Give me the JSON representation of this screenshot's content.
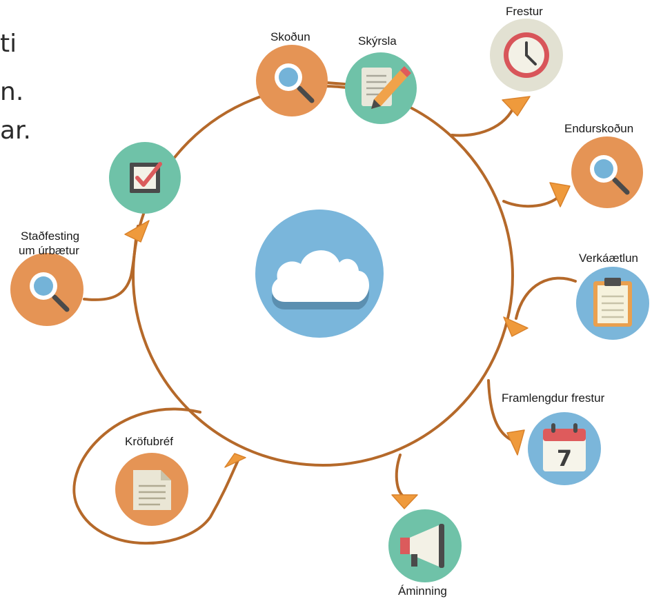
{
  "text_fragments": {
    "line1": "ti",
    "line2": "n.",
    "line3": "ar."
  },
  "nodes": {
    "skodun": "Skoðun",
    "skyrsla": "Skýrsla",
    "frestur": "Frestur",
    "endurskodun": "Endurskoðun",
    "verkaaetlun": "Verkáætlun",
    "framlengdur_frestur": "Framlengdur frestur",
    "aminning": "Áminning",
    "krofubref": "Kröfubréf",
    "stadfesting_line1": "Staðfesting",
    "stadfesting_line2": "um úrbætur",
    "calendar_day": "7"
  },
  "icons": {
    "cloud": "cloud-icon",
    "magnifier": "magnifier-icon",
    "report": "report-pencil-icon",
    "clock": "clock-icon",
    "clipboard": "clipboard-icon",
    "calendar": "calendar-icon",
    "megaphone": "megaphone-icon",
    "document": "document-icon",
    "checkbox": "checkbox-icon"
  },
  "colors": {
    "arrow": "#b5692a",
    "arrowhead": "#ef9a3c",
    "orange_circle": "#e59455",
    "teal_circle": "#6fc2a8",
    "blue_circle": "#7bb6da",
    "grey_circle": "#e2e1d2",
    "center_circle": "#7ab6db"
  }
}
